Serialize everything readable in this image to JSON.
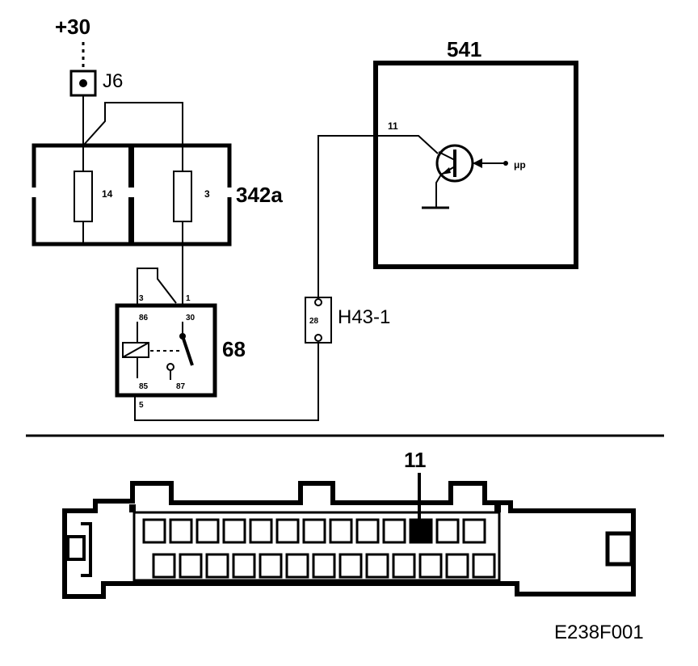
{
  "labels": {
    "supply": "+30",
    "junction": "J6",
    "fuse_a": "14",
    "fuse_b": "3",
    "fuse_box": "342a",
    "relay_pin_top_left": "3",
    "relay_pin_top_right": "1",
    "relay_86": "86",
    "relay_30": "30",
    "relay_85": "85",
    "relay_87": "87",
    "relay_pin_bottom": "5",
    "relay": "68",
    "connector_pin": "28",
    "connector": "H43-1",
    "control_unit": "541",
    "control_pin": "11",
    "micro": "μp",
    "highlight_pin": "11",
    "figure_id": "E238F001"
  },
  "connector_view": {
    "top_row_pins": 13,
    "bottom_row_pins": 13,
    "highlighted_top_index": 10
  }
}
